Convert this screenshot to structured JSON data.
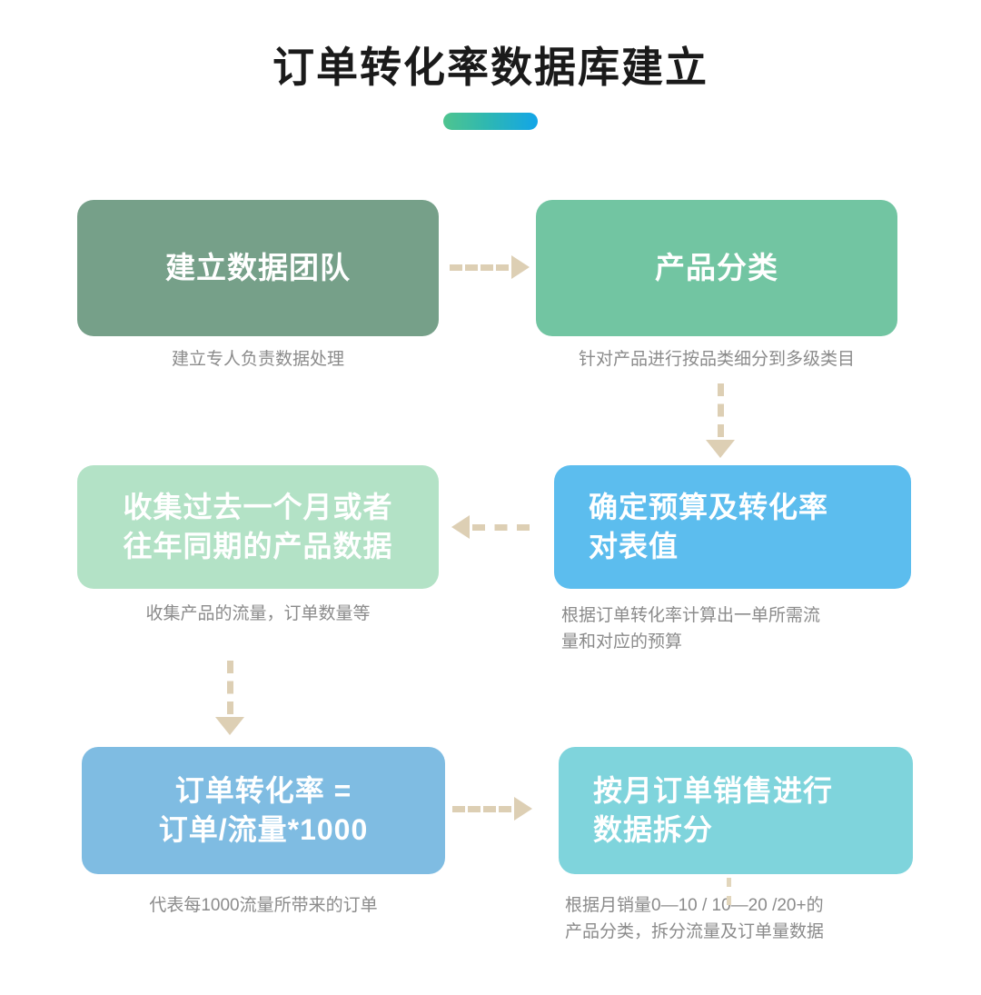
{
  "header": {
    "title": "订单转化率数据库建立",
    "accent_gradient_from": "#4fc48f",
    "accent_gradient_to": "#12a5e8"
  },
  "flowchart": {
    "type": "process-flow",
    "nodes": [
      {
        "id": "node1",
        "label": "建立数据团队",
        "caption": "建立专人负责数据处理",
        "color": "#76a089",
        "row": 1,
        "column": "left"
      },
      {
        "id": "node2",
        "label": "产品分类",
        "caption": "针对产品进行按品类细分到多级类目",
        "color": "#72c5a2",
        "row": 1,
        "column": "right"
      },
      {
        "id": "node3",
        "label": "收集过去一个月或者\n往年同期的产品数据",
        "caption": "收集产品的流量，订单数量等",
        "color": "#b3e2c6",
        "row": 2,
        "column": "left"
      },
      {
        "id": "node4",
        "label": "确定预算及转化率\n对表值",
        "caption": "根据订单转化率计算出一单所需流\n量和对应的预算",
        "color": "#5cbdee",
        "row": 2,
        "column": "right"
      },
      {
        "id": "node5",
        "label": "订单转化率 =\n订单/流量*1000",
        "caption": "代表每1000流量所带来的订单",
        "color": "#7fbce2",
        "row": 3,
        "column": "left"
      },
      {
        "id": "node6",
        "label": "按月订单销售进行\n数据拆分",
        "caption": "根据月销量0—10 / 10—20 /20+的\n产品分类，拆分流量及订单量数据",
        "color": "#7fd4dc",
        "row": 3,
        "column": "right"
      }
    ],
    "connectors": [
      {
        "id": "arrow1",
        "from": "node1",
        "to": "node2",
        "direction": "right",
        "style": "dashed"
      },
      {
        "id": "arrow2",
        "from": "node2",
        "to": "node4",
        "direction": "down",
        "style": "dashed"
      },
      {
        "id": "arrow3",
        "from": "node4",
        "to": "node3",
        "direction": "left",
        "style": "dashed"
      },
      {
        "id": "arrow4",
        "from": "node3",
        "to": "node5",
        "direction": "down",
        "style": "dashed"
      },
      {
        "id": "arrow5",
        "from": "node5",
        "to": "node6",
        "direction": "right",
        "style": "dashed"
      }
    ],
    "connector_color": "#ddcfb4",
    "caption_color": "#8b8b8b",
    "node_text_color": "#ffffff"
  }
}
